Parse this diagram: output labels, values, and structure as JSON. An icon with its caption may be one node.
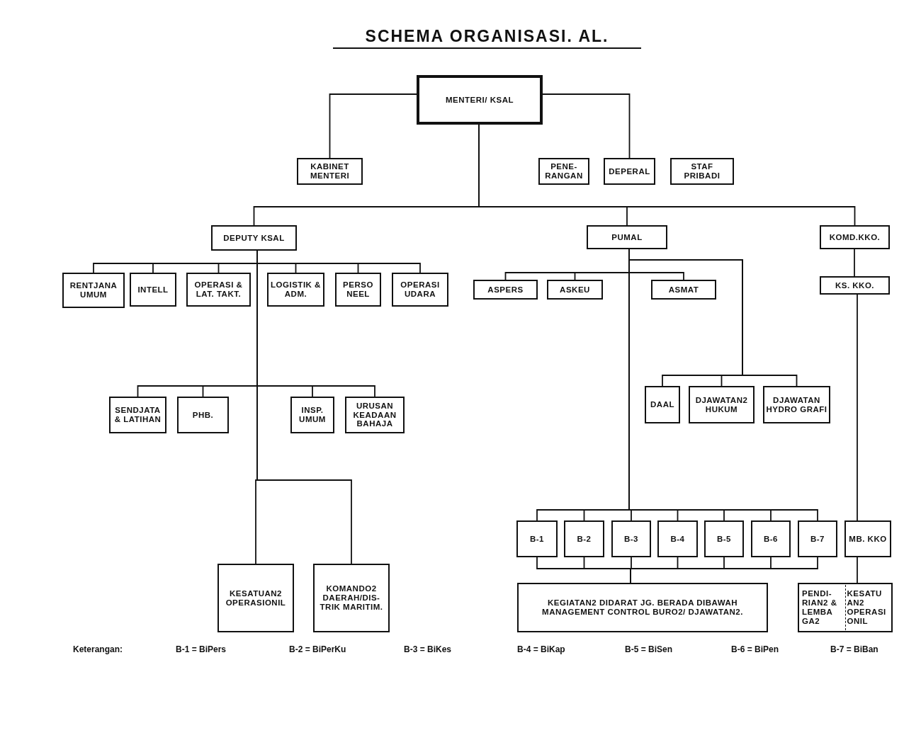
{
  "diagram": {
    "title": "SCHEMA ORGANISASI. AL.",
    "nodes": [
      {
        "text": [
          "MENTERI/ KSAL"
        ]
      },
      {
        "text": [
          "KABINET MENTERI"
        ]
      },
      {
        "text": [
          "PENE-RANGAN"
        ]
      },
      {
        "text": [
          "DEPERAL"
        ]
      },
      {
        "text": [
          "STAF PRIBADI"
        ]
      },
      {
        "text": [
          "DEPUTY KSAL"
        ]
      },
      {
        "text": [
          "PUMAL"
        ]
      },
      {
        "text": [
          "KOMD.KKO."
        ]
      },
      {
        "text": [
          "RENTJANA UMUM"
        ]
      },
      {
        "text": [
          "INTELL"
        ]
      },
      {
        "text": [
          "OPERASI & LAT. TAKT."
        ]
      },
      {
        "text": [
          "LOGISTIK & ADM."
        ]
      },
      {
        "text": [
          "PERSO NEEL"
        ]
      },
      {
        "text": [
          "OPERASI UDARA"
        ]
      },
      {
        "text": [
          "ASPERS"
        ]
      },
      {
        "text": [
          "ASKEU"
        ]
      },
      {
        "text": [
          "ASMAT"
        ]
      },
      {
        "text": [
          "KS. KKO."
        ]
      },
      {
        "text": [
          "SENDJATA & LATIHAN"
        ]
      },
      {
        "text": [
          "PHB."
        ]
      },
      {
        "text": [
          "INSP. UMUM"
        ]
      },
      {
        "text": [
          "URUSAN KEADAAN BAHAJA"
        ]
      },
      {
        "text": [
          "DAAL"
        ]
      },
      {
        "text": [
          "DJAWATAN2 HUKUM"
        ]
      },
      {
        "text": [
          "DJAWATAN HYDRO GRAFI"
        ]
      },
      {
        "text": [
          "KESATUAN2 OPERASIONIL"
        ]
      },
      {
        "text": [
          "KOMANDO2 DAERAH/DIS-TRIK MARITIM."
        ]
      },
      {
        "text": [
          "B-1"
        ]
      },
      {
        "text": [
          "B-2"
        ]
      },
      {
        "text": [
          "B-3"
        ]
      },
      {
        "text": [
          "B-4"
        ]
      },
      {
        "text": [
          "B-5"
        ]
      },
      {
        "text": [
          "B-6"
        ]
      },
      {
        "text": [
          "B-7"
        ]
      },
      {
        "text": [
          "MB. KKO"
        ]
      },
      {
        "text": [
          "KEGIATAN2 DIDARAT JG. BERADA DIBAWAH MANAGEMENT CONTROL BURO2/ DJAWATAN2."
        ]
      },
      {
        "text": [
          "PENDI-RIAN2 & LEMBA GA2",
          "KESATU AN2 OPERASI ONIL"
        ]
      }
    ],
    "edges": [
      {
        "from": 0,
        "to": 1,
        "arrow": "none"
      },
      {
        "from": 0,
        "to": 3,
        "arrow": "none"
      },
      {
        "from": 0,
        "to": 5,
        "arrow": "none"
      },
      {
        "from": 0,
        "to": 6,
        "arrow": "none"
      },
      {
        "from": 0,
        "to": 7,
        "arrow": "none"
      },
      {
        "from": 5,
        "to": 8,
        "arrow": "none"
      },
      {
        "from": 5,
        "to": 9,
        "arrow": "none"
      },
      {
        "from": 5,
        "to": 10,
        "arrow": "none"
      },
      {
        "from": 5,
        "to": 11,
        "arrow": "none"
      },
      {
        "from": 5,
        "to": 12,
        "arrow": "none"
      },
      {
        "from": 5,
        "to": 13,
        "arrow": "none"
      },
      {
        "from": 5,
        "to": 18,
        "arrow": "none"
      },
      {
        "from": 5,
        "to": 19,
        "arrow": "none"
      },
      {
        "from": 5,
        "to": 20,
        "arrow": "none"
      },
      {
        "from": 5,
        "to": 21,
        "arrow": "none"
      },
      {
        "from": 5,
        "to": 25,
        "arrow": "none"
      },
      {
        "from": 5,
        "to": 26,
        "arrow": "none"
      },
      {
        "from": 6,
        "to": 14,
        "arrow": "none"
      },
      {
        "from": 6,
        "to": 15,
        "arrow": "none"
      },
      {
        "from": 6,
        "to": 16,
        "arrow": "none"
      },
      {
        "from": 6,
        "to": 22,
        "arrow": "none"
      },
      {
        "from": 6,
        "to": 23,
        "arrow": "none"
      },
      {
        "from": 6,
        "to": 24,
        "arrow": "none"
      },
      {
        "from": 6,
        "to": 27,
        "arrow": "none"
      },
      {
        "from": 6,
        "to": 28,
        "arrow": "none"
      },
      {
        "from": 6,
        "to": 29,
        "arrow": "none"
      },
      {
        "from": 6,
        "to": 30,
        "arrow": "none"
      },
      {
        "from": 6,
        "to": 31,
        "arrow": "none"
      },
      {
        "from": 6,
        "to": 32,
        "arrow": "none"
      },
      {
        "from": 6,
        "to": 33,
        "arrow": "none"
      },
      {
        "from": 7,
        "to": 17,
        "arrow": "none"
      },
      {
        "from": 17,
        "to": 34,
        "arrow": "none"
      },
      {
        "from": 27,
        "to": 35,
        "arrow": "none"
      },
      {
        "from": 28,
        "to": 35,
        "arrow": "none"
      },
      {
        "from": 29,
        "to": 35,
        "arrow": "none"
      },
      {
        "from": 30,
        "to": 35,
        "arrow": "none"
      },
      {
        "from": 31,
        "to": 35,
        "arrow": "none"
      },
      {
        "from": 32,
        "to": 35,
        "arrow": "none"
      },
      {
        "from": 33,
        "to": 35,
        "arrow": "none"
      },
      {
        "from": 34,
        "to": 36,
        "arrow": "none"
      }
    ],
    "labels": [
      "Keterangan:",
      "B-1 = BiPers",
      "B-2 = BiPerKu",
      "B-3 = BiKes",
      "B-4 = BiKap",
      "B-5 = BiSen",
      "B-6 = BiPen",
      "B-7 = BiBan"
    ]
  }
}
